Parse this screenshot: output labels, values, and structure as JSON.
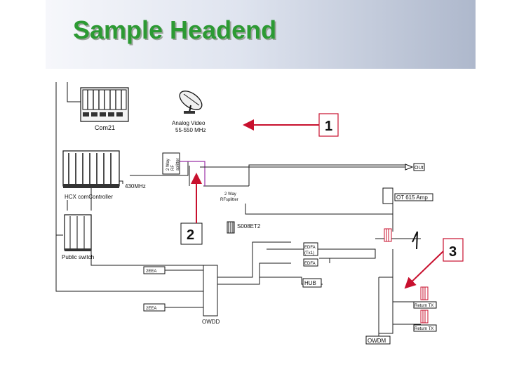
{
  "page": {
    "title": "Sample Headend"
  },
  "labels": {
    "com21": "Com21",
    "analog_video": "Analog Video",
    "analog_freq": "55-550 MHz",
    "two_way_splitter_top_1": "2 Way",
    "two_way_splitter_top_2": "RF",
    "two_way_splitter_top_3": "splitter",
    "out": "OUt",
    "mhz_430": "430MHz",
    "hcx": "HCX comController",
    "two_way_splitter_mid_1": "2 Way",
    "two_way_splitter_mid_2": "RFsplitter",
    "amp": "OT 615 Amp",
    "s008": "S008ET2",
    "public_switch": "Public switch",
    "edfa_1": "EDFA",
    "edfa_1b": "(Tx1)",
    "edfa_2": "EDFA",
    "edfa_left_1": "2EEA",
    "hub": "HUB",
    "edfa_left_2": "2EEA",
    "return_tx_1": "Return TX",
    "owdd": "OWDD",
    "return_tx_2": "Return TX",
    "owdm": "OWDM"
  },
  "callouts": {
    "c1": "1",
    "c2": "2",
    "c3": "3"
  },
  "colors": {
    "accent": "#c8102e",
    "title": "#2c9a33",
    "line": "#1a1a1a",
    "splitter_line": "#9b30a8"
  },
  "icons": {
    "dish": "satellite-dish-icon",
    "rack": "equipment-rack-icon"
  }
}
